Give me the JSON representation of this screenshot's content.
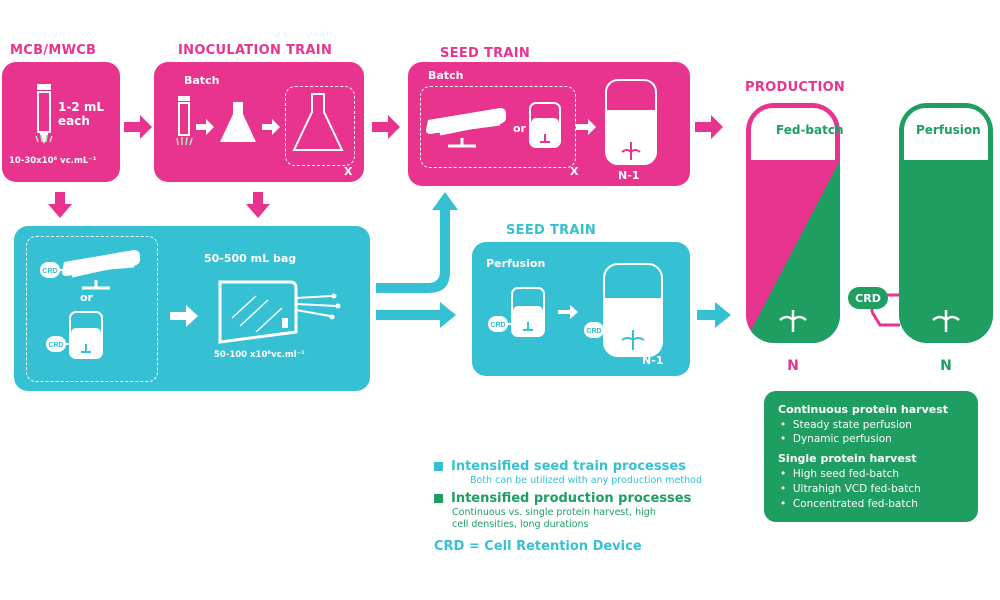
{
  "colors": {
    "pink": "#e8338f",
    "cyan": "#36c0d3",
    "green": "#1f9e62",
    "white": "#ffffff"
  },
  "sections": {
    "mcb": "MCB/MWCB",
    "inoculation": "INOCULATION TRAIN",
    "seed_top": "SEED TRAIN",
    "seed_bottom": "SEED TRAIN",
    "production": "PRODUCTION"
  },
  "mcb_box": {
    "volume": "1-2 mL\neach",
    "density": "10-30x10⁶ vc.mL⁻¹"
  },
  "inoculation_box": {
    "mode": "Batch",
    "repeat": "X"
  },
  "seed_batch_box": {
    "mode": "Batch",
    "or": "or",
    "repeat": "X",
    "stage": "N-1"
  },
  "bag_box": {
    "or": "or",
    "crd_top": "CRD",
    "crd_bottom": "CRD",
    "bag_label": "50-500 mL bag",
    "bag_density": "50-100 x10⁶vc.ml⁻¹"
  },
  "seed_perfusion_box": {
    "mode": "Perfusion",
    "crd_left": "CRD",
    "crd_right": "CRD",
    "stage": "N-1"
  },
  "production": {
    "fed_batch": "Fed-batch",
    "perfusion": "Perfusion",
    "crd": "CRD",
    "stage_left": "N",
    "stage_right": "N"
  },
  "harvest": {
    "continuous_title": "Continuous protein harvest",
    "continuous_items": [
      "Steady state perfusion",
      "Dynamic perfusion"
    ],
    "single_title": "Single protein harvest",
    "single_items": [
      "High seed fed-batch",
      "Ultrahigh VCD fed-batch",
      "Concentrated fed-batch"
    ]
  },
  "legend": {
    "seed_title": "Intensified seed train processes",
    "seed_sub": "Both can be utilized with any production method",
    "prod_title": "Intensified production processes",
    "prod_sub": "Continuous vs. single protein harvest, high\ncell densities, long durations",
    "crd_def": "CRD = Cell Retention Device"
  }
}
